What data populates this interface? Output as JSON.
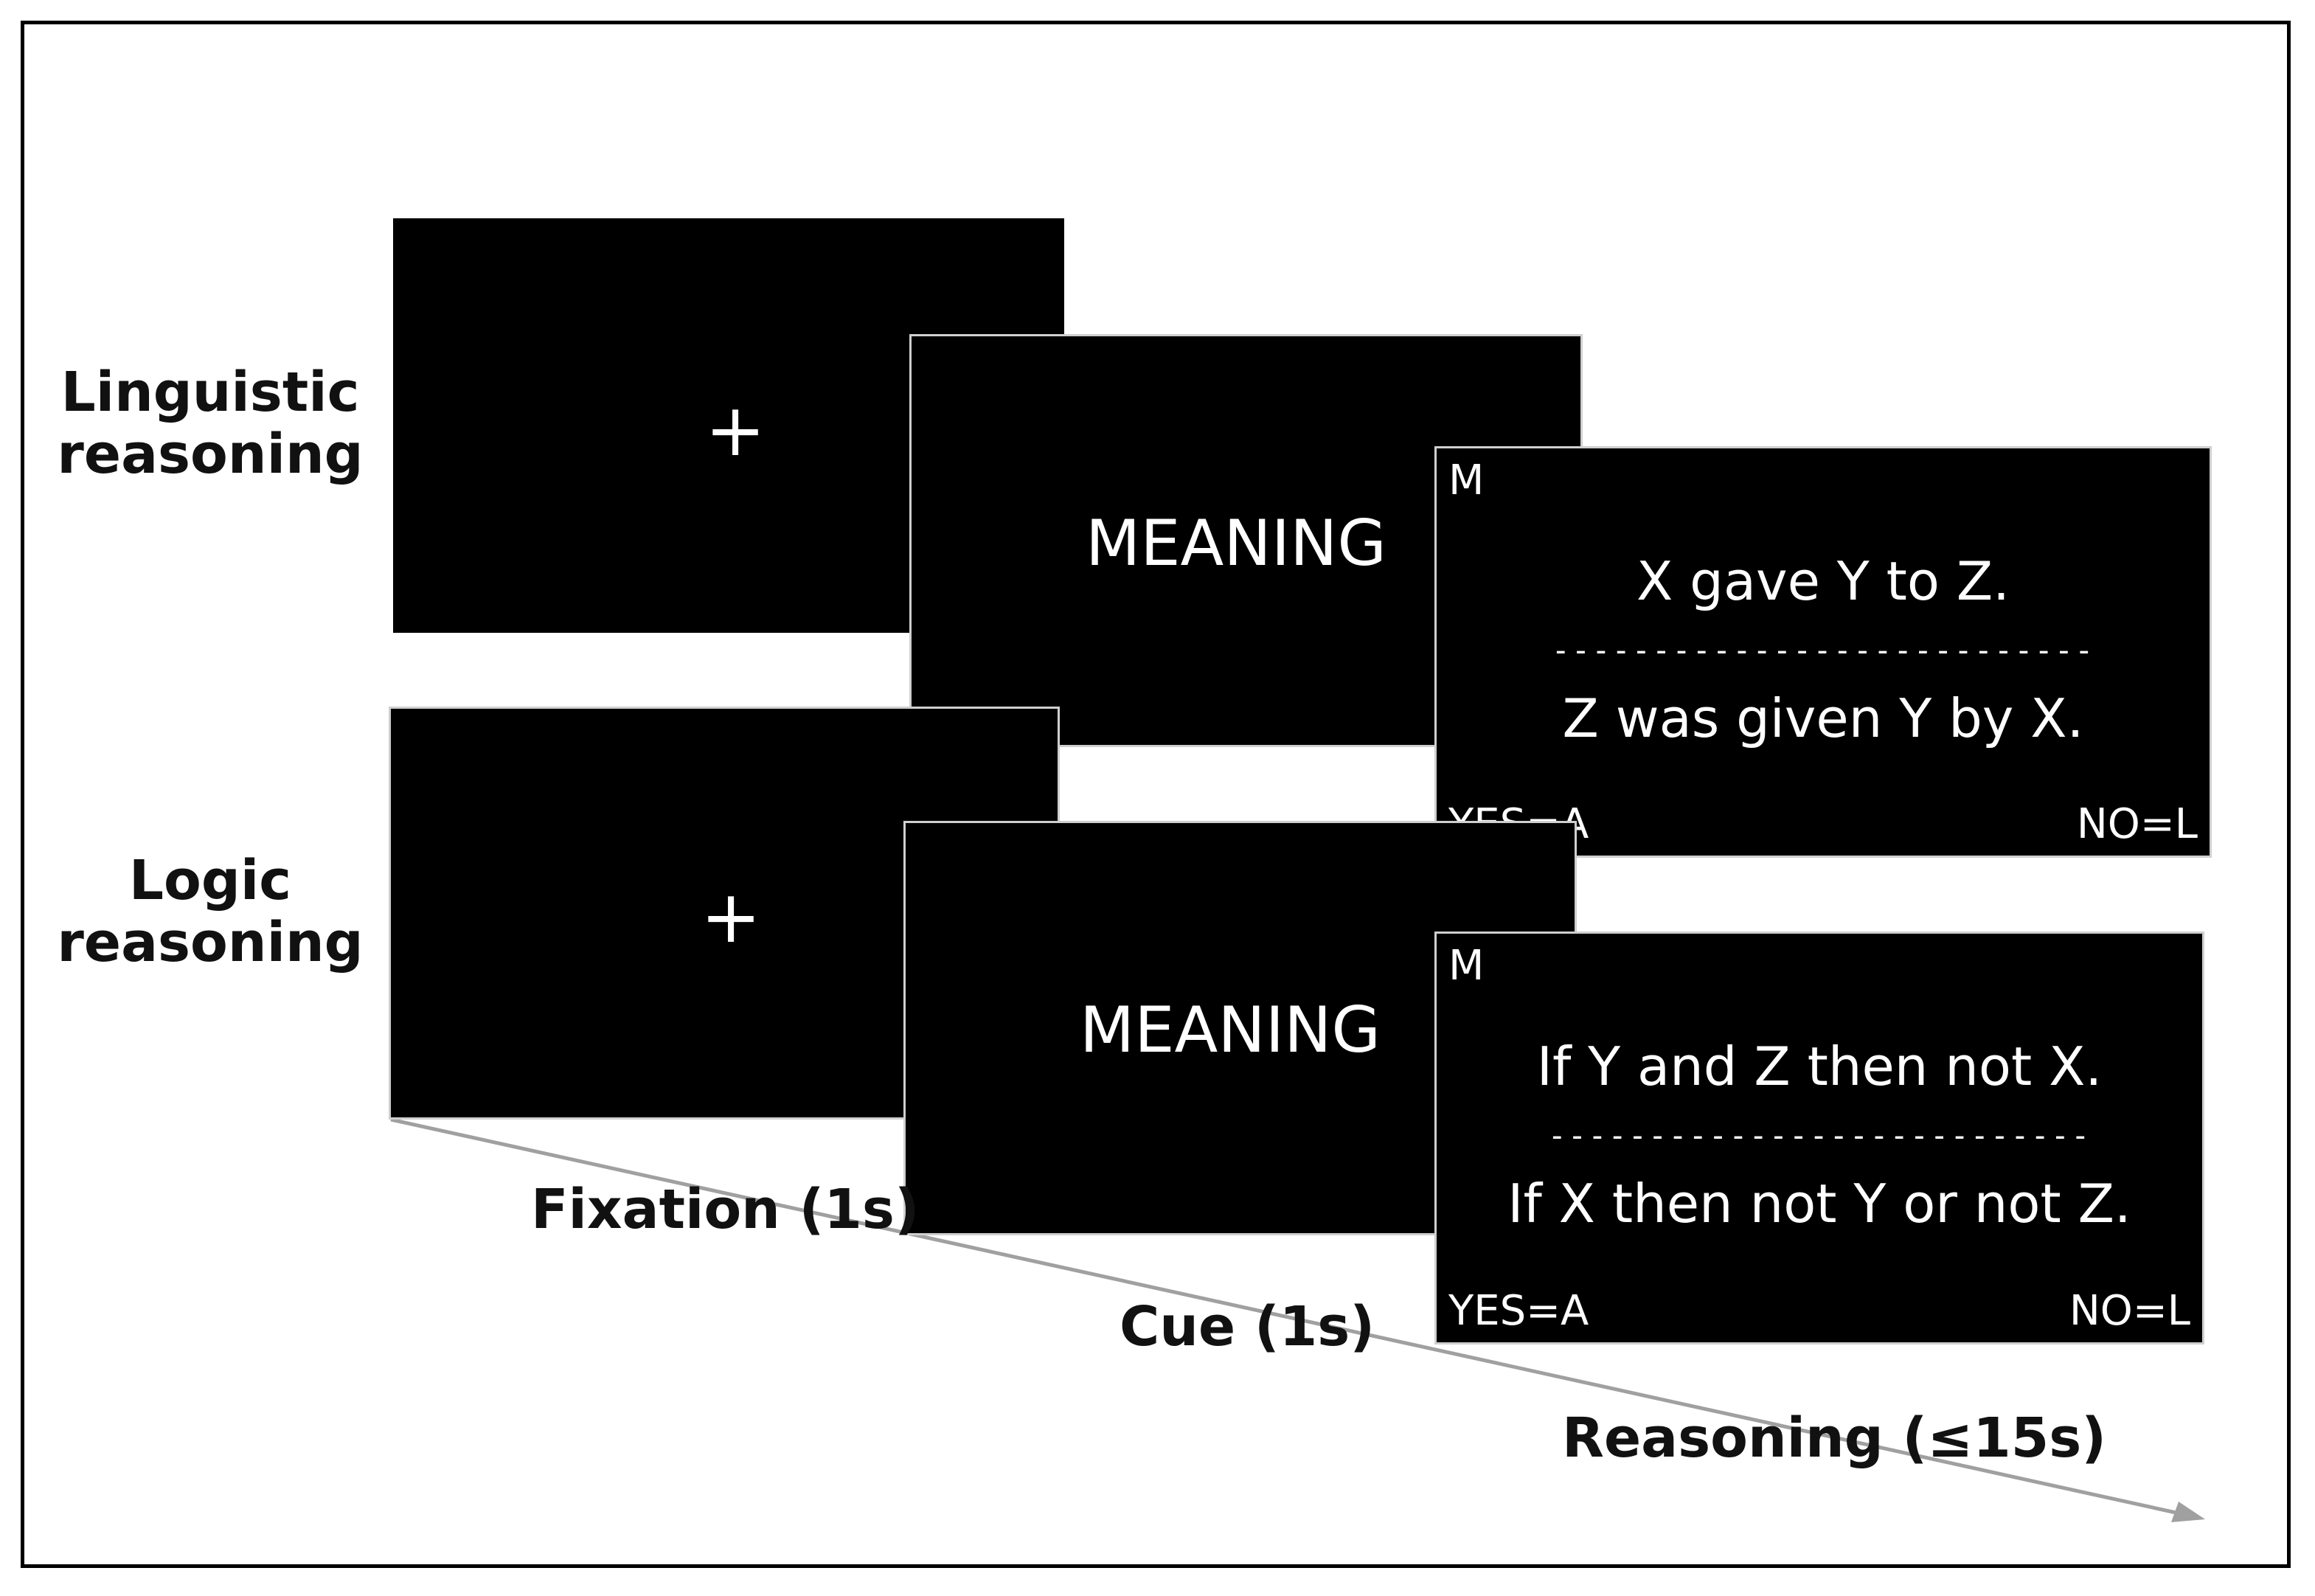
{
  "rows": [
    {
      "label_line1": "Linguistic",
      "label_line2": "reasoning",
      "fixation_symbol": "+",
      "cue": "MEANING",
      "corner": "M",
      "premise": "X gave Y to Z.",
      "separator": "---------------------------",
      "conclusion": "Z was given Y by X.",
      "yes": "YES=A",
      "no": "NO=L"
    },
    {
      "label_line1": "Logic",
      "label_line2": "reasoning",
      "fixation_symbol": "+",
      "cue": "MEANING",
      "corner": "M",
      "premise": "If Y and Z then not X.",
      "separator": "---------------------------",
      "conclusion": "If X then not Y or not Z.",
      "yes": "YES=A",
      "no": "NO=L"
    }
  ],
  "timeline": {
    "fixation": "Fixation (1s)",
    "cue": "Cue (1s)",
    "reasoning": "Reasoning (≤15s)"
  },
  "colors": {
    "screen_bg": "#000000",
    "screen_text": "#ffffff",
    "arrow": "#a0a0a0"
  }
}
